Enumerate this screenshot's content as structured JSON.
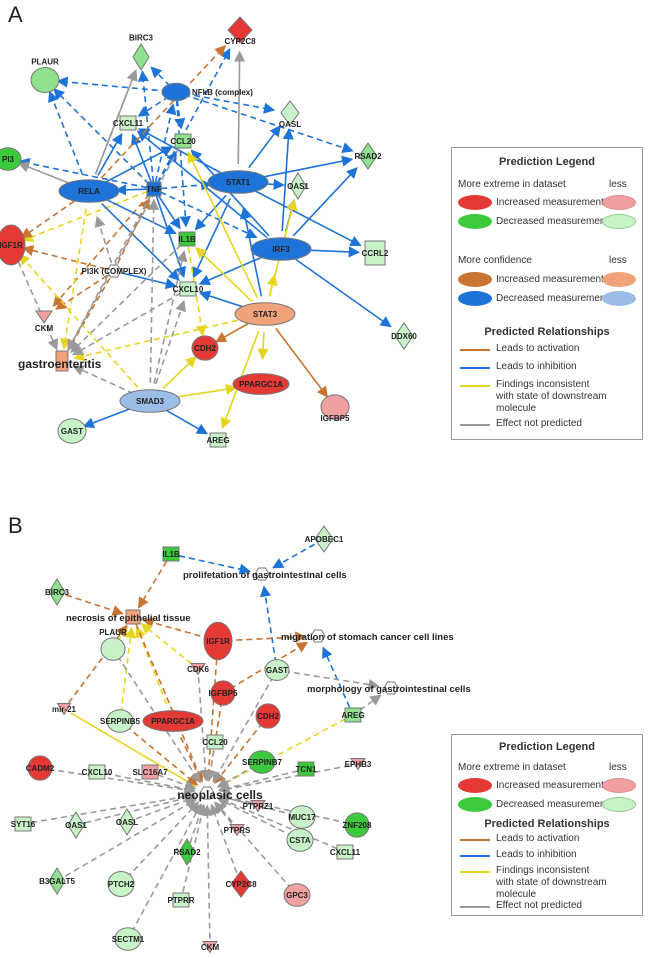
{
  "panel_a": {
    "letter": "A",
    "nodes": [
      {
        "id": "CYP2C8",
        "label": "CYP2C8",
        "color": "#e53935"
      },
      {
        "id": "BIRC3",
        "label": "BIRC3",
        "color": "#8fe08f"
      },
      {
        "id": "PLAUR",
        "label": "PLAUR",
        "color": "#8fe08f"
      },
      {
        "id": "NFKB",
        "label": "NFkB (complex)",
        "color": "#1e73d8"
      },
      {
        "id": "OASL",
        "label": "OASL",
        "color": "#c8f2c8"
      },
      {
        "id": "CXCL11",
        "label": "CXCL11",
        "color": "#c8f2c8"
      },
      {
        "id": "CCL20",
        "label": "CCL20",
        "color": "#8fe08f"
      },
      {
        "id": "RSAD2",
        "label": "RSAD2",
        "color": "#8fe08f"
      },
      {
        "id": "PI3",
        "label": "PI3",
        "color": "#3cc93c"
      },
      {
        "id": "RELA",
        "label": "RELA",
        "color": "#1e73d8"
      },
      {
        "id": "TNF",
        "label": "TNF",
        "color": "#1e73d8"
      },
      {
        "id": "STAT1",
        "label": "STAT1",
        "color": "#1e73d8"
      },
      {
        "id": "OAS1",
        "label": "OAS1",
        "color": "#c8f2c8"
      },
      {
        "id": "IGF1R",
        "label": "IGF1R",
        "color": "#e53935"
      },
      {
        "id": "IL1B",
        "label": "IL1B",
        "color": "#3cc93c"
      },
      {
        "id": "IRF3",
        "label": "IRF3",
        "color": "#1e73d8"
      },
      {
        "id": "CCRL2",
        "label": "CCRL2",
        "color": "#c8f2c8"
      },
      {
        "id": "PI3K",
        "label": "PI3K (COMPLEX)",
        "color": "#ffffff"
      },
      {
        "id": "CXCL10",
        "label": "CXCL10",
        "color": "#c8f2c8"
      },
      {
        "id": "STAT3",
        "label": "STAT3",
        "color": "#f0a27a"
      },
      {
        "id": "CKM",
        "label": "CKM",
        "color": "#f0a0a0"
      },
      {
        "id": "DDX60",
        "label": "DDX60",
        "color": "#c8f2c8"
      },
      {
        "id": "CDH2",
        "label": "CDH2",
        "color": "#e53935"
      },
      {
        "id": "GASTRO",
        "label": "gastroenteritis",
        "color": "#f0a27a"
      },
      {
        "id": "PPARGC1A",
        "label": "PPARGC1A",
        "color": "#e53935"
      },
      {
        "id": "SMAD3",
        "label": "SMAD3",
        "color": "#9bbde6"
      },
      {
        "id": "IGFBP5",
        "label": "IGFBP5",
        "color": "#f0a0a0"
      },
      {
        "id": "GAST",
        "label": "GAST",
        "color": "#c8f2c8"
      },
      {
        "id": "AREG",
        "label": "AREG",
        "color": "#c8f2c8"
      }
    ],
    "edges": [
      [
        "TNF",
        "RELA",
        "blue",
        "solid"
      ],
      [
        "TNF",
        "NFKB",
        "blue",
        "dashed"
      ],
      [
        "TNF",
        "BIRC3",
        "blue",
        "dashed"
      ],
      [
        "TNF",
        "CXCL11",
        "blue",
        "solid"
      ],
      [
        "TNF",
        "CCL20",
        "blue",
        "dashed"
      ],
      [
        "TNF",
        "STAT1",
        "blue",
        "dashed"
      ],
      [
        "TNF",
        "PI3",
        "blue",
        "dashed"
      ],
      [
        "TNF",
        "CXCL10",
        "blue",
        "solid"
      ],
      [
        "TNF",
        "IL1B",
        "blue",
        "solid"
      ],
      [
        "TNF",
        "IRF3",
        "blue",
        "dashed"
      ],
      [
        "TNF",
        "CYP2C8",
        "blue",
        "dashed"
      ],
      [
        "TNF",
        "PLAUR",
        "blue",
        "dashed"
      ],
      [
        "TNF",
        "CKM",
        "orange",
        "dashed"
      ],
      [
        "TNF",
        "IGF1R",
        "yellow",
        "dashed"
      ],
      [
        "RELA",
        "PLAUR",
        "blue",
        "dashed"
      ],
      [
        "RELA",
        "BIRC3",
        "blue",
        "dashed"
      ],
      [
        "RELA",
        "CCL20",
        "blue",
        "solid"
      ],
      [
        "RELA",
        "CXCL11",
        "blue",
        "solid"
      ],
      [
        "RELA",
        "IL1B",
        "blue",
        "solid"
      ],
      [
        "RELA",
        "CXCL10",
        "blue",
        "solid"
      ],
      [
        "RELA",
        "PI3",
        "gray",
        "solid"
      ],
      [
        "RELA",
        "IGF1R",
        "orange",
        "dashed"
      ],
      [
        "RELA",
        "GASTRO",
        "yellow",
        "dashed"
      ],
      [
        "NFKB",
        "BIRC3",
        "blue",
        "dashed"
      ],
      [
        "NFKB",
        "OASL",
        "blue",
        "dashed"
      ],
      [
        "NFKB",
        "RSAD2",
        "blue",
        "dashed"
      ],
      [
        "NFKB",
        "CCL20",
        "blue",
        "dashed"
      ],
      [
        "NFKB",
        "CXCL11",
        "blue",
        "dashed"
      ],
      [
        "NFKB",
        "IL1B",
        "blue",
        "dashed"
      ],
      [
        "NFKB",
        "PLAUR",
        "blue",
        "dashed"
      ],
      [
        "STAT1",
        "CXCL11",
        "blue",
        "solid"
      ],
      [
        "STAT1",
        "OASL",
        "blue",
        "solid"
      ],
      [
        "STAT1",
        "RSAD2",
        "blue",
        "solid"
      ],
      [
        "STAT1",
        "OAS1",
        "blue",
        "solid"
      ],
      [
        "STAT1",
        "CCRL2",
        "blue",
        "solid"
      ],
      [
        "STAT1",
        "CXCL10",
        "blue",
        "solid"
      ],
      [
        "STAT1",
        "IL1B",
        "blue",
        "solid"
      ],
      [
        "STAT1",
        "CYP2C8",
        "gray",
        "solid"
      ],
      [
        "IRF3",
        "OASL",
        "blue",
        "solid"
      ],
      [
        "IRF3",
        "RSAD2",
        "blue",
        "solid"
      ],
      [
        "IRF3",
        "OAS1",
        "blue",
        "solid"
      ],
      [
        "IRF3",
        "CCRL2",
        "blue",
        "solid"
      ],
      [
        "IRF3",
        "CXCL10",
        "blue",
        "solid"
      ],
      [
        "IRF3",
        "CCL20",
        "blue",
        "solid"
      ],
      [
        "IRF3",
        "DDX60",
        "blue",
        "solid"
      ],
      [
        "IRF3",
        "CXCL11",
        "blue",
        "solid"
      ],
      [
        "STAT3",
        "CDH2",
        "orange",
        "solid"
      ],
      [
        "STAT3",
        "IGFBP5",
        "orange",
        "solid"
      ],
      [
        "STAT3",
        "PPARGC1A",
        "yellow",
        "solid"
      ],
      [
        "STAT3",
        "IL1B",
        "yellow",
        "solid"
      ],
      [
        "STAT3",
        "OAS1",
        "yellow",
        "solid"
      ],
      [
        "STAT3",
        "CXCL10",
        "blue",
        "solid"
      ],
      [
        "STAT3",
        "STAT1",
        "blue",
        "solid"
      ],
      [
        "STAT3",
        "IRF3",
        "yellow",
        "solid"
      ],
      [
        "STAT3",
        "CCL20",
        "yellow",
        "solid"
      ],
      [
        "STAT3",
        "GASTRO",
        "yellow",
        "dashed"
      ],
      [
        "PI3K",
        "IGF1R",
        "orange",
        "dashed"
      ],
      [
        "PI3K",
        "CKM",
        "orange",
        "dashed"
      ],
      [
        "PI3K",
        "GASTRO",
        "orange",
        "dashed"
      ],
      [
        "PI3K",
        "CXCL10",
        "blue",
        "solid"
      ],
      [
        "PI3K",
        "TNF",
        "orange",
        "dashed"
      ],
      [
        "PI3K",
        "RELA",
        "gray",
        "dashed"
      ],
      [
        "SMAD3",
        "GAST",
        "blue",
        "solid"
      ],
      [
        "SMAD3",
        "AREG",
        "blue",
        "solid"
      ],
      [
        "SMAD3",
        "CDH2",
        "yellow",
        "solid"
      ],
      [
        "SMAD3",
        "GASTRO",
        "gray",
        "dashed"
      ],
      [
        "SMAD3",
        "PPARGC1A",
        "yellow",
        "solid"
      ],
      [
        "SMAD3",
        "IGF1R",
        "yellow",
        "dashed"
      ],
      [
        "SMAD3",
        "TNF",
        "gray",
        "dashed"
      ],
      [
        "SMAD3",
        "IL1B",
        "gray",
        "dashed"
      ],
      [
        "SMAD3",
        "CXCL10",
        "gray",
        "dashed"
      ],
      [
        "CXCL10",
        "GASTRO",
        "gray",
        "dashed"
      ],
      [
        "IL1B",
        "GASTRO",
        "gray",
        "dashed"
      ],
      [
        "IL1B",
        "CDH2",
        "yellow",
        "dashed"
      ],
      [
        "STAT3",
        "AREG",
        "yellow",
        "solid"
      ],
      [
        "TNF",
        "GASTRO",
        "gray",
        "dashed"
      ],
      [
        "CCL20",
        "GASTRO",
        "gray",
        "dashed"
      ],
      [
        "RELA",
        "CYP2C8",
        "orange",
        "dashed"
      ],
      [
        "RELA",
        "BIRC3",
        "gray",
        "solid"
      ],
      [
        "IGF1R",
        "GASTRO",
        "gray",
        "dashed"
      ]
    ]
  },
  "panel_b": {
    "letter": "B",
    "nodes": [
      {
        "id": "IL1B",
        "label": "IL1B",
        "color": "#3cc93c"
      },
      {
        "id": "APOBEC1",
        "label": "APOBEC1",
        "color": "#c8f2c8"
      },
      {
        "id": "PROLIF",
        "label": "prolifetation of gastrointestinal cells",
        "color": "#ffffff"
      },
      {
        "id": "BIRC3",
        "label": "BIRC3",
        "color": "#8fe08f"
      },
      {
        "id": "NECROSIS",
        "label": "necrosis of epithelial tissue",
        "color": "#f0a27a"
      },
      {
        "id": "IGF1R",
        "label": "IGF1R",
        "color": "#e53935"
      },
      {
        "id": "MIGRATION",
        "label": "migration of stomach cancer cell lines",
        "color": "#ffffff"
      },
      {
        "id": "PLAUR",
        "label": "PLAUR",
        "color": "#c8f2c8"
      },
      {
        "id": "CDK6",
        "label": "CDK6",
        "color": "#f0a0a0"
      },
      {
        "id": "GAST",
        "label": "GAST",
        "color": "#c8f2c8"
      },
      {
        "id": "IGFBP5",
        "label": "IGFBP5",
        "color": "#e53935"
      },
      {
        "id": "MORPH",
        "label": "morphology of gastrointestinal cells",
        "color": "#ffffff"
      },
      {
        "id": "MIR21",
        "label": "mir-21",
        "color": "#f0a0a0"
      },
      {
        "id": "SERPINB5",
        "label": "SERPINB5",
        "color": "#c8f2c8"
      },
      {
        "id": "PPARGC1A",
        "label": "PPARGC1A",
        "color": "#e53935"
      },
      {
        "id": "CDH2",
        "label": "CDH2",
        "color": "#e53935"
      },
      {
        "id": "AREG",
        "label": "AREG",
        "color": "#8fe08f"
      },
      {
        "id": "CCL20",
        "label": "CCL20",
        "color": "#c8f2c8"
      },
      {
        "id": "CADM2",
        "label": "CADM2",
        "color": "#e53935"
      },
      {
        "id": "CXCL10",
        "label": "CXCL10",
        "color": "#c8f2c8"
      },
      {
        "id": "SLC16A7",
        "label": "SLC16A7",
        "color": "#f0a0a0"
      },
      {
        "id": "SERPINB7",
        "label": "SERPINB7",
        "color": "#3cc93c"
      },
      {
        "id": "TCN1",
        "label": "TCN1",
        "color": "#3cc93c"
      },
      {
        "id": "EPHB3",
        "label": "EPHB3",
        "color": "#f0a0a0"
      },
      {
        "id": "NEO",
        "label": "neoplasic cells",
        "color": "#ffffff"
      },
      {
        "id": "SYT16",
        "label": "SYT16",
        "color": "#c8f2c8"
      },
      {
        "id": "OAS1",
        "label": "OAS1",
        "color": "#c8f2c8"
      },
      {
        "id": "OASL",
        "label": "OASL",
        "color": "#c8f2c8"
      },
      {
        "id": "PTPRZ1",
        "label": "PTPRZ1",
        "color": "#f0a0a0"
      },
      {
        "id": "MUC17",
        "label": "MUC17",
        "color": "#c8f2c8"
      },
      {
        "id": "ZNF208",
        "label": "ZNF208",
        "color": "#3cc93c"
      },
      {
        "id": "RSAD2",
        "label": "RSAD2",
        "color": "#3cc93c"
      },
      {
        "id": "PTPRS",
        "label": "PTPRS",
        "color": "#f0a0a0"
      },
      {
        "id": "CSTA",
        "label": "CSTA",
        "color": "#c8f2c8"
      },
      {
        "id": "CXCL11",
        "label": "CXCL11",
        "color": "#c8f2c8"
      },
      {
        "id": "B3GALT5",
        "label": "B3GALT5",
        "color": "#8fe08f"
      },
      {
        "id": "PTCH2",
        "label": "PTCH2",
        "color": "#c8f2c8"
      },
      {
        "id": "CYP2C8",
        "label": "CYP2C8",
        "color": "#e53935"
      },
      {
        "id": "GPC3",
        "label": "GPC3",
        "color": "#f0a0a0"
      },
      {
        "id": "PTPRR",
        "label": "PTPRR",
        "color": "#c8f2c8"
      },
      {
        "id": "SECTM1",
        "label": "SECTM1",
        "color": "#c8f2c8"
      },
      {
        "id": "CKM",
        "label": "CKM",
        "color": "#f0a0a0"
      }
    ],
    "edges": [
      [
        "IL1B",
        "PROLIF",
        "blue",
        "dashed"
      ],
      [
        "APOBEC1",
        "PROLIF",
        "blue",
        "dashed"
      ],
      [
        "GAST",
        "PROLIF",
        "blue",
        "dashed"
      ],
      [
        "IL1B",
        "NECROSIS",
        "orange",
        "dashed"
      ],
      [
        "BIRC3",
        "NECROSIS",
        "orange",
        "dashed"
      ],
      [
        "IGF1R",
        "NECROSIS",
        "orange",
        "dashed"
      ],
      [
        "IGF1R",
        "MIGRATION",
        "orange",
        "dashed"
      ],
      [
        "AREG",
        "MIGRATION",
        "blue",
        "dashed"
      ],
      [
        "IGFBP5",
        "MIGRATION",
        "orange",
        "dashed"
      ],
      [
        "GAST",
        "MORPH",
        "gray",
        "dashed"
      ],
      [
        "AREG",
        "MORPH",
        "gray",
        "dashed"
      ],
      [
        "PLAUR",
        "NECROSIS",
        "yellow",
        "dashed"
      ],
      [
        "MIR21",
        "NECROSIS",
        "orange",
        "dashed"
      ],
      [
        "SERPINB5",
        "NECROSIS",
        "yellow",
        "dashed"
      ],
      [
        "PPARGC1A",
        "NECROSIS",
        "yellow",
        "dashed"
      ],
      [
        "MIR21",
        "NEO",
        "yellow",
        "solid"
      ],
      [
        "CDK6",
        "NECROSIS",
        "yellow",
        "dashed"
      ],
      [
        "NECROSIS",
        "NEO",
        "orange",
        "dashed"
      ],
      [
        "PPARGC1A",
        "NEO",
        "orange",
        "dashed"
      ],
      [
        "AREG",
        "NEO",
        "yellow",
        "dashed"
      ],
      [
        "IGF1R",
        "NEO",
        "orange",
        "dashed"
      ],
      [
        "IGFBP5",
        "NEO",
        "orange",
        "dashed"
      ],
      [
        "CDH2",
        "NEO",
        "orange",
        "dashed"
      ],
      [
        "SERPINB5",
        "NEO",
        "orange",
        "dashed"
      ],
      [
        "PLAUR",
        "NEO",
        "gray",
        "dashed"
      ],
      [
        "CDK6",
        "NEO",
        "gray",
        "dashed"
      ],
      [
        "GAST",
        "NEO",
        "gray",
        "dashed"
      ],
      [
        "CCL20",
        "NEO",
        "gray",
        "dashed"
      ],
      [
        "CADM2",
        "NEO",
        "gray",
        "dashed"
      ],
      [
        "CXCL10",
        "NEO",
        "gray",
        "dashed"
      ],
      [
        "SLC16A7",
        "NEO",
        "gray",
        "dashed"
      ],
      [
        "SERPINB7",
        "NEO",
        "gray",
        "dashed"
      ],
      [
        "TCN1",
        "NEO",
        "gray",
        "dashed"
      ],
      [
        "EPHB3",
        "NEO",
        "gray",
        "dashed"
      ],
      [
        "SYT16",
        "NEO",
        "gray",
        "dashed"
      ],
      [
        "OAS1",
        "NEO",
        "gray",
        "dashed"
      ],
      [
        "OASL",
        "NEO",
        "gray",
        "dashed"
      ],
      [
        "PTPRZ1",
        "NEO",
        "gray",
        "dashed"
      ],
      [
        "MUC17",
        "NEO",
        "gray",
        "dashed"
      ],
      [
        "ZNF208",
        "NEO",
        "gray",
        "dashed"
      ],
      [
        "RSAD2",
        "NEO",
        "gray",
        "dashed"
      ],
      [
        "PTPRS",
        "NEO",
        "gray",
        "dashed"
      ],
      [
        "CSTA",
        "NEO",
        "gray",
        "dashed"
      ],
      [
        "CXCL11",
        "NEO",
        "gray",
        "dashed"
      ],
      [
        "B3GALT5",
        "NEO",
        "gray",
        "dashed"
      ],
      [
        "PTCH2",
        "NEO",
        "gray",
        "dashed"
      ],
      [
        "CYP2C8",
        "NEO",
        "gray",
        "dashed"
      ],
      [
        "GPC3",
        "NEO",
        "gray",
        "dashed"
      ],
      [
        "PTPRR",
        "NEO",
        "gray",
        "dashed"
      ],
      [
        "SECTM1",
        "NEO",
        "gray",
        "dashed"
      ],
      [
        "CKM",
        "NEO",
        "gray",
        "dashed"
      ]
    ]
  },
  "legend_a": {
    "title": "Prediction Legend",
    "more_extreme": "More extreme in dataset",
    "less": "less",
    "increased": "Increased measurement",
    "decreased": "Decreased measurement",
    "more_confidence": "More confidence",
    "predicted_title": "Predicted Relationships",
    "activation": "Leads to activation",
    "inhibition": "Leads to inhibition",
    "inconsistent_1": "Findings inconsistent",
    "inconsistent_2": "with state of downstream",
    "inconsistent_3": "molecule",
    "not_predicted": "Effect not predicted"
  },
  "legend_b": {
    "title": "Prediction Legend",
    "more_extreme": "More extreme in dataset",
    "less": "less",
    "increased": "Increased measurement",
    "decreased": "Decreased measurement",
    "predicted_title": "Predicted Relationships",
    "activation": "Leads to activation",
    "inhibition": "Leads to inhibition",
    "inconsistent_1": "Findings inconsistent",
    "inconsistent_2": "with state of downstream",
    "inconsistent_3": "molecule",
    "not_predicted": "Effect not predicted"
  },
  "colors": {
    "red": "#e53935",
    "red_light": "#f0a0a0",
    "green": "#3cc93c",
    "green_light": "#c8f2c8",
    "orange": "#c87533",
    "orange_light": "#f0a27a",
    "blue": "#1e73d8",
    "blue_light": "#9bbde6",
    "yellow": "#e6d520",
    "gray": "#9a9a9a"
  }
}
